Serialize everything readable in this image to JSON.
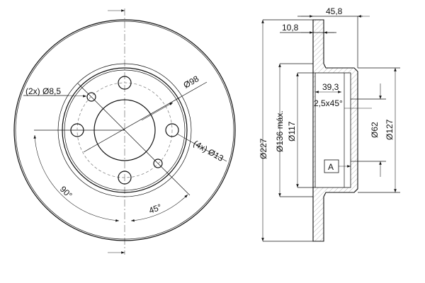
{
  "front_view": {
    "holes_small_label": "(2x) Ø8,5",
    "pcd_label": "Ø98",
    "holes_large_label": "(4x) Ø13",
    "angle_90_label": "90°",
    "angle_45_label": "45°"
  },
  "side_view": {
    "overall_height_label": "45,8",
    "disc_thickness_label": "10,8",
    "hub_depth_label": "39,3",
    "chamfer_label": "2,5x45°",
    "outer_diameter_label": "Ø227",
    "max_diameter_label": "Ø136 máx.",
    "inner_diameter_label": "Ø117",
    "center_bore_label": "Ø62",
    "hub_diameter_label": "Ø127",
    "datum_label": "A"
  }
}
